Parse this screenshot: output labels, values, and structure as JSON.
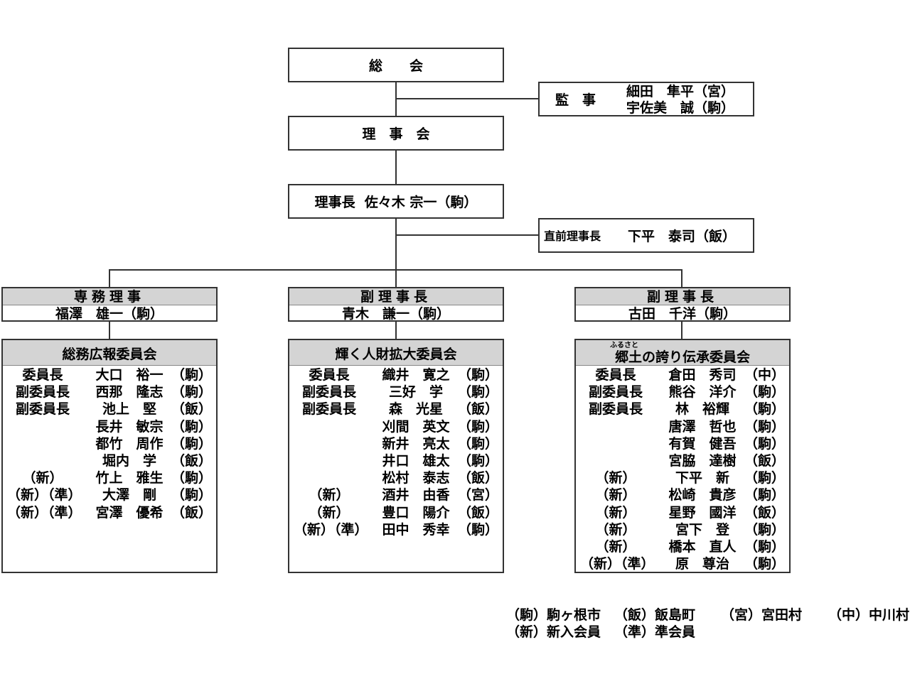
{
  "general_assembly": "総　　会",
  "auditors": {
    "label": "監　事",
    "people": [
      "細田　隼平（宮）",
      "宇佐美　誠（駒）"
    ]
  },
  "board": "理　事　会",
  "chairman": "理事長  佐々木 宗一（駒）",
  "former_chairman": {
    "label": "直前理事長",
    "name": "下平　泰司（飯）"
  },
  "heads": [
    {
      "title": "専務理事",
      "name": "福澤　雄一（駒）"
    },
    {
      "title": "副理事長",
      "name": "青木　謙一（駒）"
    },
    {
      "title": "副理事長",
      "name": "古田　千洋（駒）"
    }
  ],
  "committees": [
    {
      "title": "総務広報委員会",
      "ruby": "",
      "members": [
        {
          "role": "委員長",
          "name": "大口　裕一",
          "area": "（駒）"
        },
        {
          "role": "副委員長",
          "name": "西那　隆志",
          "area": "（駒）"
        },
        {
          "role": "副委員長",
          "name": "池上　堅",
          "area": "（飯）"
        },
        {
          "role": "",
          "name": "長井　敏宗",
          "area": "（駒）"
        },
        {
          "role": "",
          "name": "都竹　周作",
          "area": "（駒）"
        },
        {
          "role": "",
          "name": "堀内　学",
          "area": "（飯）"
        },
        {
          "role": "（新）",
          "name": "竹上　雅生",
          "area": "（駒）"
        },
        {
          "role": "（新）（準）",
          "name": "大澤　剛",
          "area": "（駒）"
        },
        {
          "role": "（新）（準）",
          "name": "宮澤　優希",
          "area": "（飯）"
        }
      ]
    },
    {
      "title": "輝く人財拡大委員会",
      "ruby": "",
      "members": [
        {
          "role": "委員長",
          "name": "織井　寛之",
          "area": "（駒）"
        },
        {
          "role": "副委員長",
          "name": "三好　学",
          "area": "（駒）"
        },
        {
          "role": "副委員長",
          "name": "森　光星",
          "area": "（飯）"
        },
        {
          "role": "",
          "name": "刈間　英文",
          "area": "（駒）"
        },
        {
          "role": "",
          "name": "新井　亮太",
          "area": "（駒）"
        },
        {
          "role": "",
          "name": "井口　雄太",
          "area": "（駒）"
        },
        {
          "role": "",
          "name": "松村　泰志",
          "area": "（飯）"
        },
        {
          "role": "（新）",
          "name": "酒井　由香",
          "area": "（宮）"
        },
        {
          "role": "（新）",
          "name": "豊口　陽介",
          "area": "（飯）"
        },
        {
          "role": "（新）（準）",
          "name": "田中　秀幸",
          "area": "（駒）"
        }
      ]
    },
    {
      "title": "郷土の誇り伝承委員会",
      "ruby": "ふるさと",
      "members": [
        {
          "role": "委員長",
          "name": "倉田　秀司",
          "area": "（中）"
        },
        {
          "role": "副委員長",
          "name": "熊谷　洋介",
          "area": "（駒）"
        },
        {
          "role": "副委員長",
          "name": "林　裕輝",
          "area": "（駒）"
        },
        {
          "role": "",
          "name": "唐澤　哲也",
          "area": "（駒）"
        },
        {
          "role": "",
          "name": "有賀　健吾",
          "area": "（駒）"
        },
        {
          "role": "",
          "name": "宮脇　達樹",
          "area": "（飯）"
        },
        {
          "role": "（新）",
          "name": "下平　新",
          "area": "（駒）"
        },
        {
          "role": "（新）",
          "name": "松崎　貴彦",
          "area": "（駒）"
        },
        {
          "role": "（新）",
          "name": "星野　國洋",
          "area": "（飯）"
        },
        {
          "role": "（新）",
          "name": "宮下　登",
          "area": "（駒）"
        },
        {
          "role": "（新）",
          "name": "橋本　直人",
          "area": "（駒）"
        },
        {
          "role": "（新）（準）",
          "name": "原　尊治",
          "area": "（駒）"
        }
      ]
    }
  ],
  "legend": [
    [
      "（駒）駒ヶ根市",
      "（飯）飯島町",
      "（宮）宮田村",
      "（中）中川村"
    ],
    [
      "（新）新入会員",
      "（準）準会員"
    ]
  ]
}
